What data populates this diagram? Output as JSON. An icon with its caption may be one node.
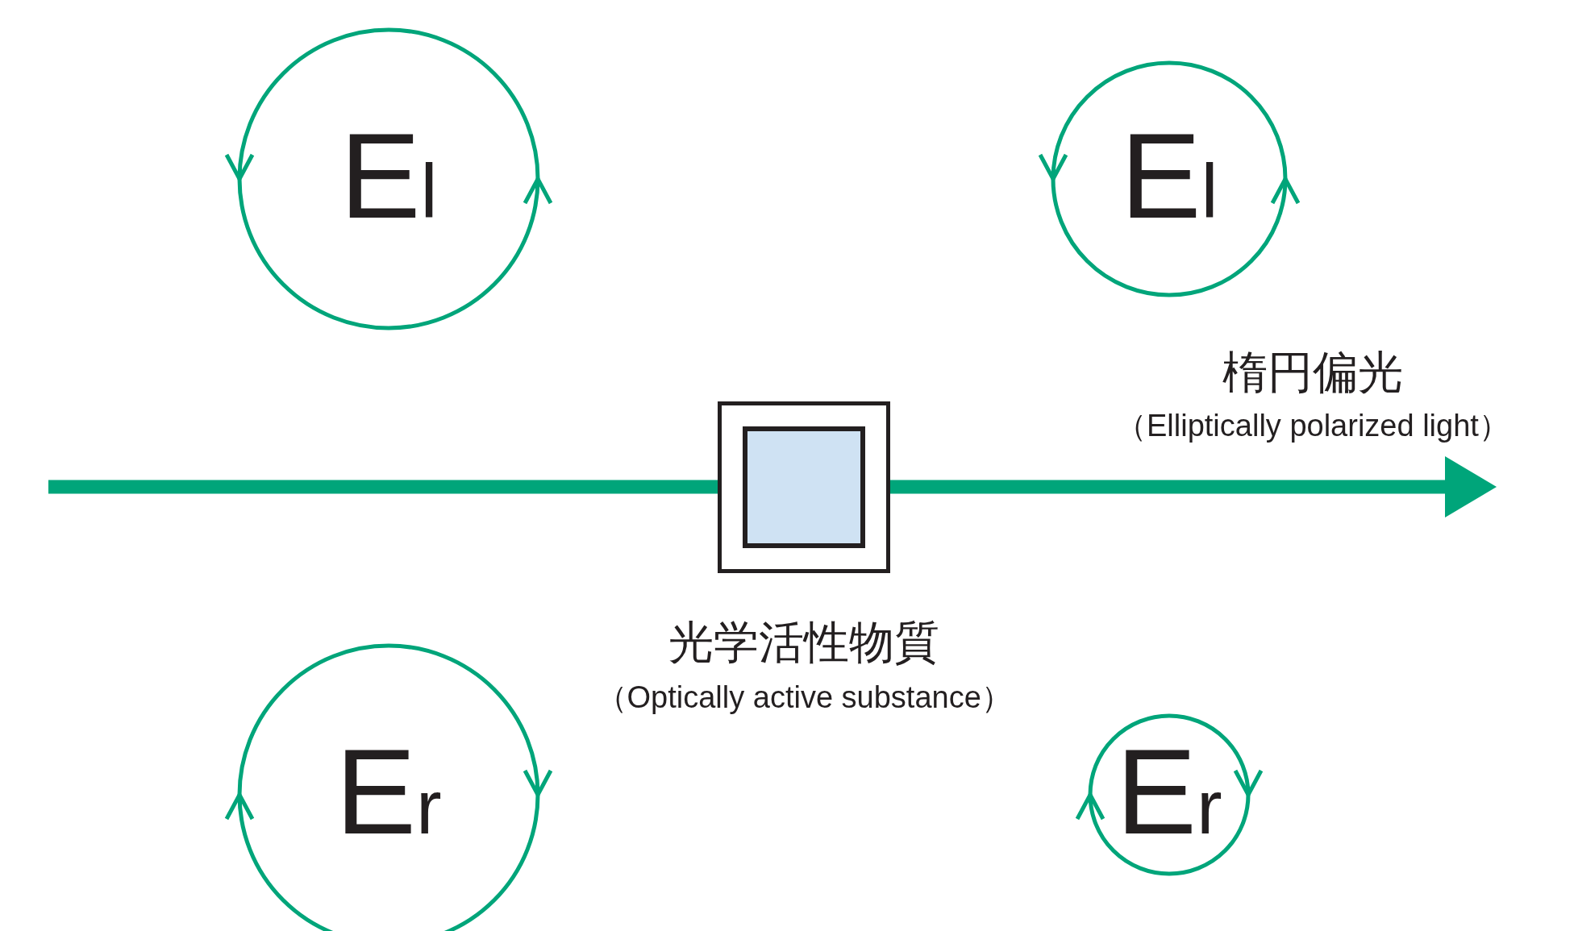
{
  "diagram": {
    "nodes": [
      {
        "text": [
          "E$_{l}$"
        ]
      },
      {
        "text": [
          "E$_{l}$"
        ]
      },
      {
        "text": [],
        "shape": "box",
        "beside": [
          "光学活性物質",
          "（Optically active substance）"
        ]
      },
      {
        "text": [
          "E$_{r}$"
        ]
      },
      {
        "text": [
          "E$_{r}$"
        ]
      }
    ],
    "edges": [
      {
        "from": null,
        "to": 2,
        "arrow": "none"
      },
      {
        "from": 2,
        "to": null,
        "arrow": "to"
      }
    ],
    "labels": [
      "楕円偏光",
      "（Elliptically polarized light）"
    ]
  }
}
